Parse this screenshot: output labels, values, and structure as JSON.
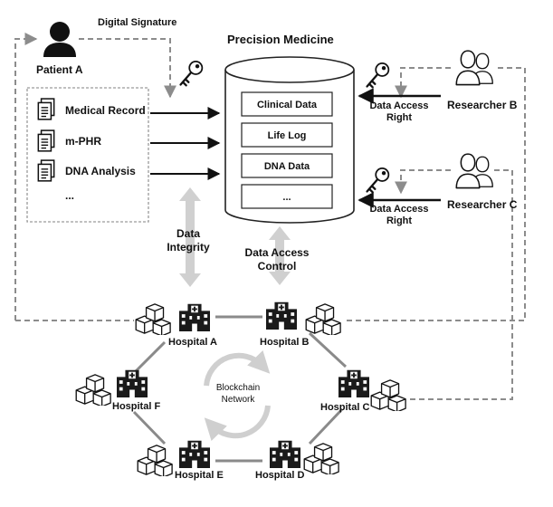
{
  "title": "Precision Medicine",
  "patient": {
    "label": "Patient A",
    "signature_label": "Digital Signature"
  },
  "records": [
    "Medical Record",
    "m-PHR",
    "DNA Analysis",
    "..."
  ],
  "database_items": [
    "Clinical Data",
    "Life Log",
    "DNA Data",
    "..."
  ],
  "researchers": [
    {
      "label": "Researcher B",
      "access_line1": "Data Access",
      "access_line2": "Right"
    },
    {
      "label": "Researcher C",
      "access_line1": "Data Access",
      "access_line2": "Right"
    }
  ],
  "integrity": {
    "line1": "Data",
    "line2": "Integrity"
  },
  "access_control": {
    "line1": "Data Access",
    "line2": "Control"
  },
  "network": {
    "line1": "Blockchain",
    "line2": "Network"
  },
  "hospitals": [
    "Hospital A",
    "Hospital B",
    "Hospital C",
    "Hospital D",
    "Hospital E",
    "Hospital F"
  ],
  "colors": {
    "dashed_line": "#8c8c8c",
    "arrow_gray": "#c8c8c8",
    "ink": "#111111"
  }
}
